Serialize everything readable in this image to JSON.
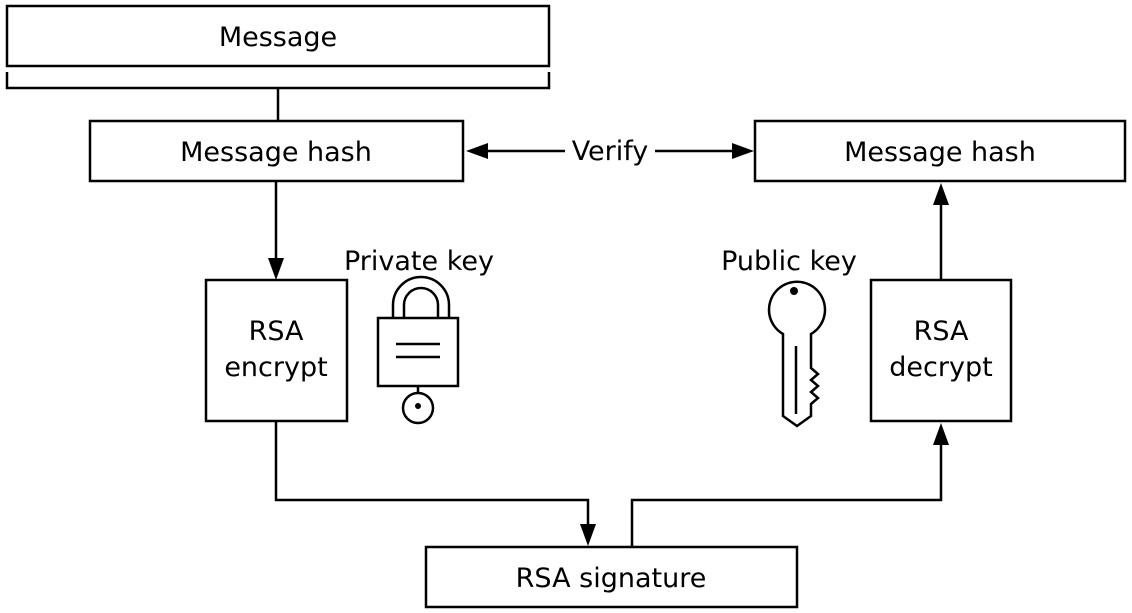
{
  "nodes": {
    "message": "Message",
    "message_hash_left": "Message hash",
    "message_hash_right": "Message hash",
    "rsa_encrypt_line1": "RSA",
    "rsa_encrypt_line2": "encrypt",
    "rsa_decrypt_line1": "RSA",
    "rsa_decrypt_line2": "decrypt",
    "rsa_signature": "RSA signature"
  },
  "labels": {
    "verify": "Verify",
    "private_key": "Private key",
    "public_key": "Public key"
  },
  "icons": {
    "private_key": "padlock-icon",
    "public_key": "key-icon"
  }
}
